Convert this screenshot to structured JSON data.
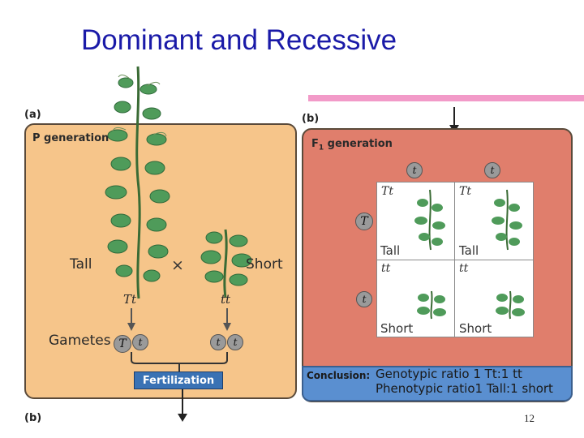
{
  "slide": {
    "title": "Dominant and Recessive",
    "page_number": "12"
  },
  "panel_a": {
    "label": "(a)",
    "header": "P generation",
    "tall_label": "Tall",
    "cross_symbol": "×",
    "short_label": "Short",
    "tall_genotype": "Tt",
    "short_genotype": "tt",
    "gametes_label": "Gametes",
    "gametes_left": [
      "T",
      "t"
    ],
    "gametes_right": [
      "t",
      "t"
    ],
    "fertilization_label": "Fertilization",
    "bottom_label": "(b)"
  },
  "panel_b": {
    "label": "(b)",
    "header_prefix": "F",
    "header_sub": "1",
    "header_suffix": " generation",
    "col_alleles": [
      "t",
      "t"
    ],
    "row_alleles": [
      "T",
      "t"
    ],
    "cells": [
      {
        "genotype": "Tt",
        "phenotype": "Tall"
      },
      {
        "genotype": "Tt",
        "phenotype": "Tall"
      },
      {
        "genotype": "tt",
        "phenotype": "Short"
      },
      {
        "genotype": "tt",
        "phenotype": "Short"
      }
    ],
    "conclusion_label": "Conclusion:",
    "genotypic_line": "Genotypic ratio  1 Tt:1 tt",
    "phenotypic_line": "Phenotypic ratio1 Tall:1 short"
  }
}
